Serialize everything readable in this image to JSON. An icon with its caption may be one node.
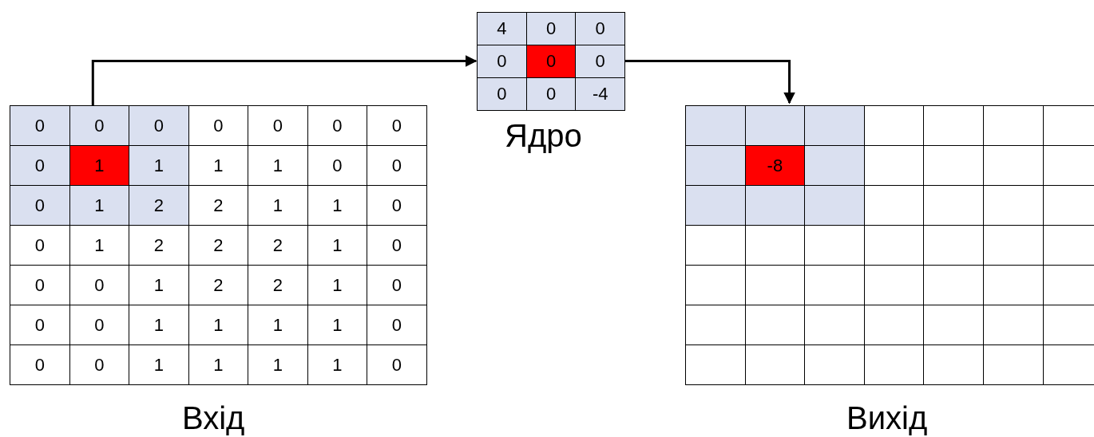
{
  "diagram": {
    "nodes": [
      {
        "text": [
          "0",
          "0",
          "0",
          "0",
          "0",
          "0",
          "0",
          "0",
          "1",
          "1",
          "1",
          "1",
          "0",
          "0",
          "0",
          "1",
          "2",
          "2",
          "1",
          "1",
          "0",
          "0",
          "1",
          "2",
          "2",
          "2",
          "1",
          "0",
          "0",
          "0",
          "1",
          "2",
          "2",
          "1",
          "0",
          "0",
          "0",
          "1",
          "1",
          "1",
          "1",
          "0",
          "0",
          "0",
          "1",
          "1",
          "1",
          "1",
          "0"
        ],
        "beside": [
          "Вхід"
        ]
      },
      {
        "text": [
          "4",
          "0",
          "0",
          "0",
          "0",
          "0",
          "0",
          "0",
          "-4"
        ],
        "beside": [
          "Ядро"
        ]
      },
      {
        "text": [
          "-8"
        ],
        "beside": [
          "Вихід"
        ]
      }
    ],
    "edges": [
      {
        "from": 0,
        "to": 1,
        "arrow": "to"
      },
      {
        "from": 1,
        "to": 2,
        "arrow": "to"
      }
    ]
  }
}
